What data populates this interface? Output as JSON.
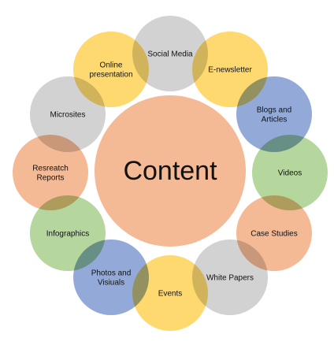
{
  "center": {
    "label": "Content",
    "color": "#f4b995"
  },
  "colors": {
    "gray": "#d2d2d2",
    "yellow": "#fed970",
    "blue": "#93aad8",
    "green": "#b5d79d",
    "peach": "#f4b995"
  },
  "petals": [
    {
      "lines": [
        "Social Media"
      ],
      "color": "gray"
    },
    {
      "lines": [
        "E-newsletter"
      ],
      "color": "yellow"
    },
    {
      "lines": [
        "Blogs and",
        "Articles"
      ],
      "color": "blue"
    },
    {
      "lines": [
        "Videos"
      ],
      "color": "green"
    },
    {
      "lines": [
        "Case Studies"
      ],
      "color": "peach"
    },
    {
      "lines": [
        "White Papers"
      ],
      "color": "gray"
    },
    {
      "lines": [
        "Events"
      ],
      "color": "yellow"
    },
    {
      "lines": [
        "Photos and",
        "Visiuals"
      ],
      "color": "blue"
    },
    {
      "lines": [
        "Infographics"
      ],
      "color": "green"
    },
    {
      "lines": [
        "Resreatch",
        "Reports"
      ],
      "color": "peach"
    },
    {
      "lines": [
        "Microsites"
      ],
      "color": "gray"
    },
    {
      "lines": [
        "Online",
        "presentation"
      ],
      "color": "yellow"
    }
  ]
}
